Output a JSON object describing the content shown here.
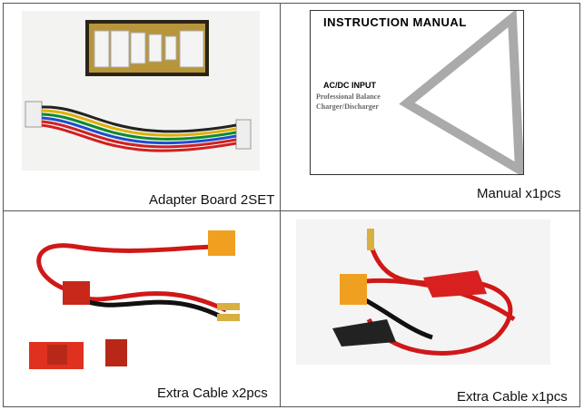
{
  "cells": [
    {
      "caption": "Adapter Board 2SET",
      "image": "adapter-board-and-balance-cable"
    },
    {
      "caption": "Manual x1pcs",
      "image": "instruction-manual",
      "manual": {
        "title": "INSTRUCTION MANUAL",
        "input": "AC/DC INPUT",
        "subtitle_1": "Professional Balance",
        "subtitle_2": "Charger/Discharger"
      }
    },
    {
      "caption": "Extra Cable x2pcs",
      "image": "xt60-to-deans-banana-cable"
    },
    {
      "caption": "Extra Cable x1pcs",
      "image": "xt60-to-alligator-clip-cable"
    }
  ]
}
